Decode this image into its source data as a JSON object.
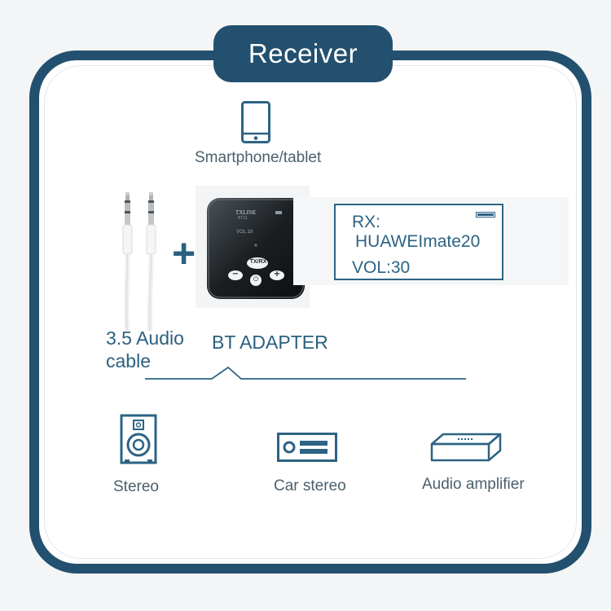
{
  "title": "Receiver",
  "source_device": {
    "label": "Smartphone/tablet",
    "icon": "smartphone-icon"
  },
  "cable": {
    "label_line1": "3.5 Audio",
    "label_line2": "cable",
    "icon": "audio-cable-icon"
  },
  "adapter": {
    "label": "BT ADAPTER",
    "brand": "TXLINE",
    "model": "BT31",
    "screen_text": "VOL:18",
    "buttons": {
      "mode": "TX/RX",
      "minus": "−",
      "power": "⏻",
      "plus": "+"
    }
  },
  "display": {
    "line1": "RX:",
    "line2": "HUAWEImate20",
    "line3": "VOL:30"
  },
  "join_symbol": "+",
  "outputs": [
    {
      "label": "Stereo",
      "icon": "speaker-icon"
    },
    {
      "label": "Car stereo",
      "icon": "car-stereo-icon"
    },
    {
      "label": "Audio amplifier",
      "icon": "amplifier-icon"
    }
  ],
  "colors": {
    "frame": "#23506e",
    "accent": "#2d6384",
    "text": "#4b5f6c"
  }
}
